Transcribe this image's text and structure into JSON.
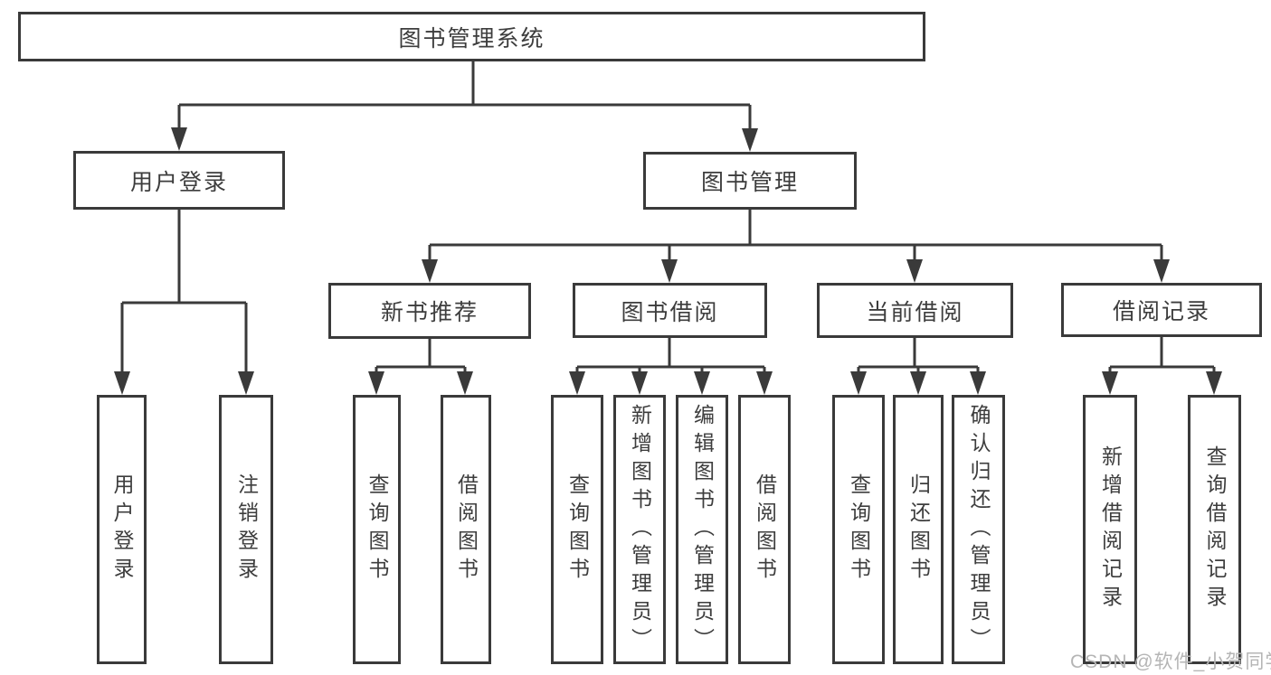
{
  "diagram": {
    "root": "图书管理系统",
    "user_login_branch": {
      "label": "用户登录",
      "children": {
        "user_login": "用户登录",
        "logout": "注销登录"
      }
    },
    "book_mgmt_branch": {
      "label": "图书管理",
      "sections": {
        "new_book_rec": {
          "label": "新书推荐",
          "children": {
            "query_books": "查询图书",
            "borrow_books": "借阅图书"
          }
        },
        "book_borrow": {
          "label": "图书借阅",
          "children": {
            "query_books": "查询图书",
            "add_books_admin": "新增图书（管理员）",
            "edit_books_admin": "编辑图书（管理员）",
            "borrow_books": "借阅图书"
          }
        },
        "current_borrow": {
          "label": "当前借阅",
          "children": {
            "query_books": "查询图书",
            "return_books": "归还图书",
            "confirm_return_admin": "确认归还（管理员）"
          }
        },
        "borrow_records": {
          "label": "借阅记录",
          "children": {
            "add_borrow_record": "新增借阅记录",
            "query_borrow_record": "查询借阅记录"
          }
        }
      }
    }
  },
  "watermark": "CSDN @软件_小贺同学",
  "colors": {
    "line": "#3a3a3a",
    "text": "#3d3d3d",
    "watermark": "#b5b5b5",
    "background": "#ffffff"
  }
}
